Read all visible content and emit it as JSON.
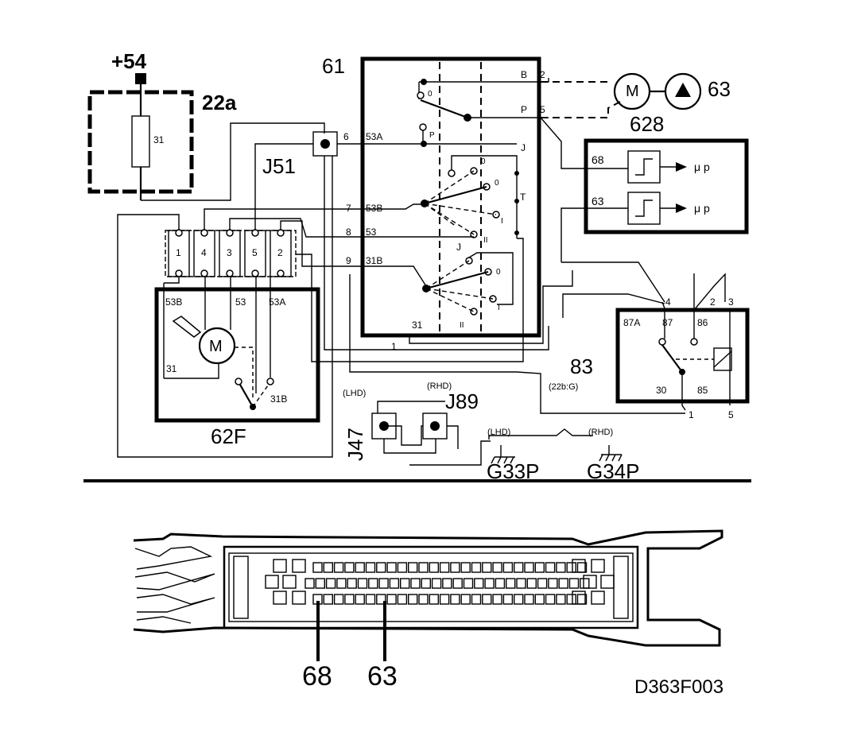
{
  "labels": {
    "plus54": "+54",
    "c22a": "22a",
    "c31_fuse": "31",
    "c61": "61",
    "c63_pump": "63",
    "c628": "628",
    "motor_m": "M",
    "j51": "J51",
    "pin6": "6",
    "w53a": "53A",
    "w53b": "53B",
    "w53": "53",
    "w31b": "31B",
    "pin7": "7",
    "pin8": "8",
    "pin9": "9",
    "pin1_wire": "1",
    "t31": "31",
    "tB": "B",
    "t2": "2",
    "tP": "P",
    "t5": "5",
    "tJ": "J",
    "sw0": "0",
    "swP": "P",
    "swT": "T",
    "swI": "I",
    "swII": "II",
    "ecu68": "68",
    "ecu63": "63",
    "mup": "μ p",
    "c83": "83",
    "c83sub": "(22b:G)",
    "r87a": "87A",
    "r87": "87",
    "r86": "86",
    "r30": "30",
    "r85": "85",
    "r4": "4",
    "r2": "2",
    "r3": "3",
    "r1": "1",
    "r5": "5",
    "c62f": "62F",
    "m53b": "53B",
    "m53": "53",
    "m53a": "53A",
    "m31": "31",
    "m31b": "31B",
    "conn1": "1",
    "conn4": "4",
    "conn3": "3",
    "conn5": "5",
    "conn2": "2",
    "lhd": "(LHD)",
    "rhd": "(RHD)",
    "j89": "J89",
    "j47": "J47",
    "g33p": "G33P",
    "g34p": "G34P",
    "ecu_pin68": "68",
    "ecu_pin63": "63",
    "doc_id": "D363F003"
  }
}
